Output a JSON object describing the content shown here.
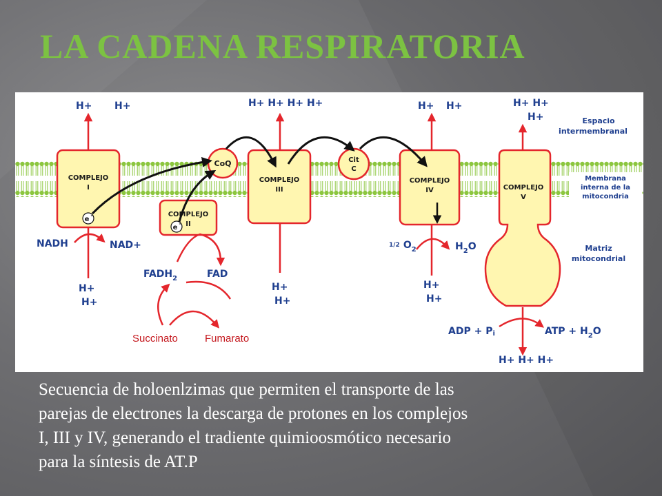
{
  "slide": {
    "title": "LA CADENA RESPIRATORIA",
    "caption_lines": [
      "Secuencia de holoenlzimas que permiten el transporte de las",
      "parejas   de electrones la descarga de protones en los complejos",
      "I, III y IV, generando el tradiente quimioosmótico necesario",
      "para la síntesis de AT.P"
    ]
  },
  "diagram": {
    "colors": {
      "complex_fill": "#fff6b0",
      "complex_stroke": "#e4262c",
      "membrane_green": "#8cc63f",
      "proton_arrow": "#e4262c",
      "electron_arrow": "#111111",
      "label_blue": "#1f3f8f",
      "succinate_text": "#c4161c"
    },
    "protons": {
      "c1_top_a": "H+",
      "c1_top_b": "H+",
      "c3_top": "H+ H+ H+ H+",
      "c4_top_a": "H+",
      "c4_top_b": "H+",
      "c5_top_a": "H+  H+",
      "c5_top_b": "H+",
      "c1_bottom_a": "H+",
      "c1_bottom_b": "H+",
      "c3_bottom_a": "H+",
      "c3_bottom_b": "H+",
      "c4_bottom_a": "H+",
      "c4_bottom_b": "H+",
      "c5_bottom": "H+  H+  H+"
    },
    "regions": {
      "intermembrane_a": "Espacio",
      "intermembrane_b": "intermembranal",
      "membrane_a": "Membrana",
      "membrane_b": "interna de la",
      "membrane_c": "mitocondria",
      "matrix_a": "Matriz",
      "matrix_b": "mitocondrial"
    },
    "complexes": {
      "c1_a": "COMPLEJO",
      "c1_b": "I",
      "c2_a": "COMPLEJO",
      "c2_b": "II",
      "c3_a": "COMPLEJO",
      "c3_b": "III",
      "c4_a": "COMPLEJO",
      "c4_b": "IV",
      "c5_a": "COMPLEJO",
      "c5_b": "V",
      "coq": "CoQ",
      "cit_a": "Cit",
      "cit_b": "C",
      "electron": "e",
      "electron_sup": "-"
    },
    "substrates": {
      "nadh": "NADH",
      "nad": "NAD+",
      "fadh_base": "FADH",
      "fadh_sub": "2",
      "fad": "FAD",
      "succinato": "Succinato",
      "fumarato": "Fumarato",
      "half_o2_frac": "1/2",
      "half_o2_o": "O",
      "half_o2_sub": "2",
      "h2o_h": "H",
      "h2o_sub": "2",
      "h2o_o": "O",
      "adp": "ADP + P",
      "adp_i": "i",
      "atp": "ATP  + H",
      "atp_sub": "2",
      "atp_o": "O"
    }
  }
}
